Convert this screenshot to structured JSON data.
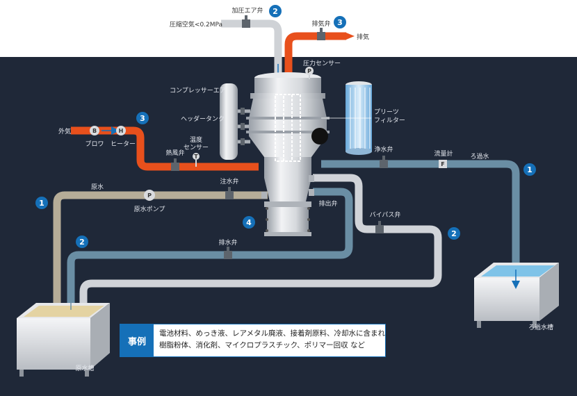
{
  "labels": {
    "pressurized_air_valve": "加圧エア弁",
    "compressed_air": "圧縮空気<0.2MPa",
    "exhaust_valve": "排気弁",
    "exhaust": "排気",
    "pressure_sensor": "圧力センサー",
    "compressor_air": "コンプレッサーエア",
    "header_tank": "ヘッダータンク",
    "pleated_filter_line1": "プリーツ",
    "pleated_filter_line2": "フィルター",
    "outside_air": "外気",
    "blower": "ブロワ",
    "heater": "ヒーター",
    "hot_air_valve": "熱風弁",
    "temperature_sensor_line1": "温度",
    "temperature_sensor_line2": "センサー",
    "clean_water_valve": "浄水弁",
    "flow_meter": "流量計",
    "filtrate": "ろ過水",
    "raw_water": "原水",
    "raw_water_pump": "原水ポンプ",
    "water_injection_valve": "注水弁",
    "discharge_valve": "排出弁",
    "bypass_valve": "バイパス弁",
    "drain_valve": "排水弁",
    "raw_water_tank": "原水槽",
    "filtrate_tank": "ろ過水槽"
  },
  "instruments": {
    "blower_letter": "B",
    "heater_letter": "H",
    "pressure_letter": "P",
    "pump_letter": "P",
    "temp_letter": "T",
    "flow_letter": "F"
  },
  "badges": {
    "air_valve": "2",
    "exhaust": "3",
    "hot_air": "3",
    "filtrate": "1",
    "raw_water": "1",
    "drain": "2",
    "bypass": "2",
    "vessel": "4"
  },
  "example": {
    "tag": "事例",
    "line1": "電池材料、めっき液、レアメタル廃液、接着剤原料、冷却水に含まれる",
    "line2": "樹脂粉体、消化剤、マイクロプラスチック、ポリマー回収 など"
  },
  "colors": {
    "background": "#1f2838",
    "pipe_air": "#cfd2d6",
    "pipe_hot": "#e8501c",
    "pipe_filtrate": "#6a8ea4",
    "pipe_raw": "#b6ad98",
    "pipe_bypass": "#d0d3d8",
    "badge": "#1570b8",
    "water": "#7fc3e8"
  }
}
